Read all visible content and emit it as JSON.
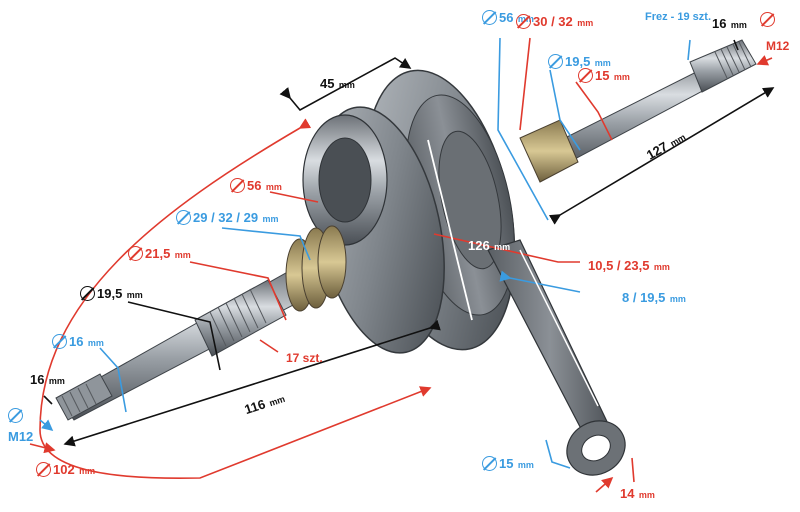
{
  "colors": {
    "red": "#e03a2e",
    "blue": "#3a9be0",
    "black": "#111111",
    "steel": "#9aa0a6"
  },
  "labels": {
    "shaft_width": {
      "value": "45",
      "unit": "mm"
    },
    "bearing_right_dia": {
      "value": "56",
      "unit": "mm"
    },
    "seal_right_dia": {
      "value": "30 / 32",
      "unit": "mm"
    },
    "spline_right": {
      "text": "Frez - 19 szt."
    },
    "thread_right_len": {
      "value": "16",
      "unit": "mm"
    },
    "thread_right": {
      "text": "M12"
    },
    "shoulder_right_dia": {
      "value": "19,5",
      "unit": "mm"
    },
    "shaft_right_dia": {
      "value": "15",
      "unit": "mm"
    },
    "right_len": {
      "value": "127",
      "unit": "mm"
    },
    "bearing_left_dia": {
      "value": "56",
      "unit": "mm"
    },
    "gear_dia": {
      "value": "29 / 32 / 29",
      "unit": "mm"
    },
    "web_dia": {
      "value": "126",
      "unit": "mm"
    },
    "shaft_left_dia": {
      "value": "21,5",
      "unit": "mm"
    },
    "web_offsets": {
      "value": "10,5 / 23,5",
      "unit": "mm"
    },
    "shoulder_left_dia": {
      "value": "19,5",
      "unit": "mm"
    },
    "web_thickness": {
      "value": "8 / 19,5",
      "unit": "mm"
    },
    "shaft_tip_dia": {
      "value": "16",
      "unit": "mm"
    },
    "gear_teeth": {
      "text": "17 szt."
    },
    "thread_left_len": {
      "value": "16",
      "unit": "mm"
    },
    "left_len": {
      "value": "116",
      "unit": "mm"
    },
    "thread_left": {
      "text": "M12"
    },
    "rod_pin_dia": {
      "value": "15",
      "unit": "mm"
    },
    "rod_width": {
      "value": "14",
      "unit": "mm"
    },
    "total_dia": {
      "value": "102",
      "unit": "mm"
    }
  }
}
